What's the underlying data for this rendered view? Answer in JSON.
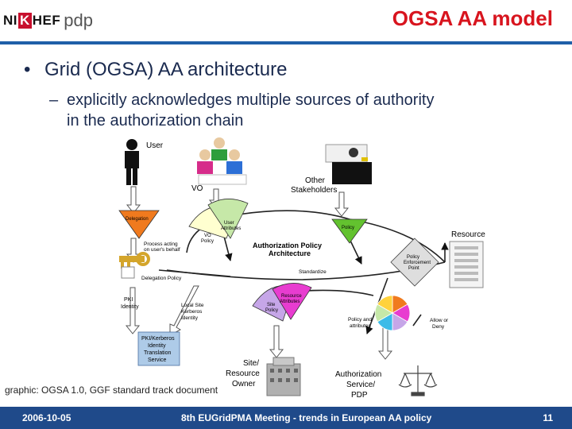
{
  "logo": {
    "nikhef_prefix": "NI",
    "nikhef_k": "K",
    "nikhef_suffix": "HEF",
    "pdp": "pdp"
  },
  "slide": {
    "title": "OGSA AA model",
    "bullet": "Grid (OGSA) AA architecture",
    "sub_line1": "explicitly acknowledges multiple sources of authority",
    "sub_line2": "in the authorization chain",
    "caption": "graphic: OGSA 1.0, GGF standard track document"
  },
  "diagram": {
    "user": "User",
    "vo": "VO",
    "other1": "Other",
    "other2": "Stakeholders",
    "delegation": "Delegation",
    "process1": "Process acting",
    "process2": "on user's behalf",
    "delegation_policy": "Delegation Policy",
    "user_attr1": "User",
    "user_attr2": "Attributes",
    "vo_policy1": "VO",
    "vo_policy2": "Policy",
    "policy": "Policy",
    "aa_arch1": "Authorization Policy",
    "aa_arch2": "Architecture",
    "standardize": "Standardize",
    "resource": "Resource",
    "pep1": "Policy",
    "pep2": "Enforcement",
    "pep3": "Point",
    "pki1": "PKI",
    "pki2": "Identity",
    "local1": "Local Site",
    "local2": "Kerberos",
    "local3": "Identity",
    "res_attr1": "Resource",
    "res_attr2": "Attributes",
    "site_policy1": "Site",
    "site_policy2": "Policy",
    "pol_attr1": "Policy and",
    "pol_attr2": "attributes",
    "allow1": "Allow or",
    "allow2": "Deny",
    "kerb1": "PKI/Kerberos",
    "kerb2": "Identity",
    "kerb3": "Translation",
    "kerb4": "Service",
    "site1": "Site/",
    "site2": "Resource",
    "site3": "Owner",
    "authz1": "Authorization",
    "authz2": "Service/",
    "authz3": "PDP"
  },
  "footer": {
    "date": "2006-10-05",
    "meeting": "8th EUGridPMA Meeting - trends in European AA policy",
    "page": "11"
  },
  "colors": {
    "title": "#d8141e",
    "rule": "#1f5fa8",
    "footer": "#1f4a8a",
    "text": "#1a2a4f"
  }
}
